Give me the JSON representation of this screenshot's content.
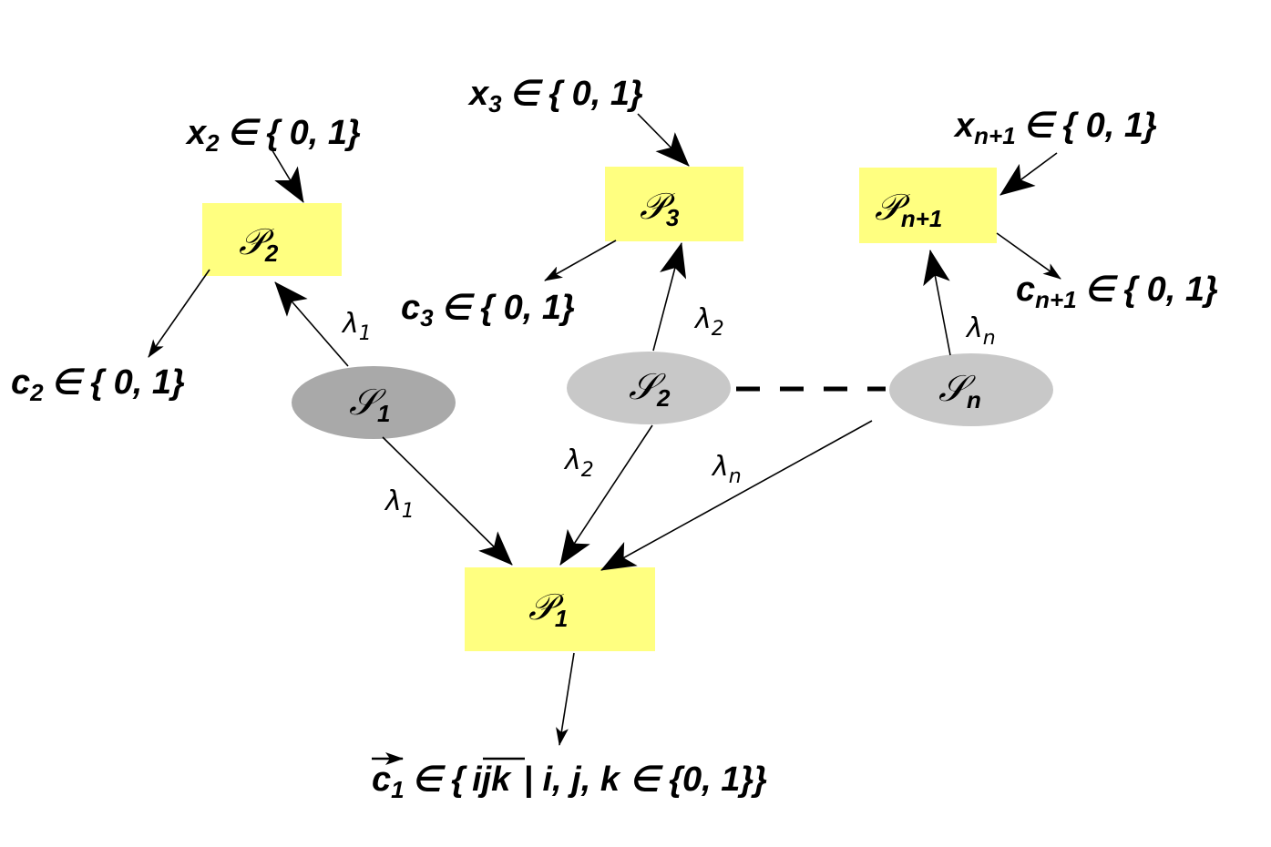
{
  "colors": {
    "proposer_box": "#ffff80",
    "server_1": "#a9a9a9",
    "server_other": "#c8c8c8",
    "ink": "#000000"
  },
  "proposers": {
    "p1": {
      "glyph": "𝒫",
      "sub": "1"
    },
    "p2": {
      "glyph": "𝒫",
      "sub": "2"
    },
    "p3": {
      "glyph": "𝒫",
      "sub": "3"
    },
    "pn1": {
      "glyph": "𝒫",
      "sub": "n+1"
    }
  },
  "servers": {
    "s1": {
      "glyph": "𝒮",
      "sub": "1"
    },
    "s2": {
      "glyph": "𝒮",
      "sub": "2"
    },
    "sn": {
      "glyph": "𝒮",
      "sub": "n"
    }
  },
  "lambdas": {
    "symbol": "λ",
    "l1_upper_sub": "1",
    "l2_upper_sub": "2",
    "ln_upper_sub": "n",
    "l1_lower_sub": "1",
    "l2_lower_sub": "2",
    "ln_lower_sub": "n"
  },
  "inputs": {
    "x2": {
      "var": "x",
      "sub": "2",
      "rest": "∈ { 0, 1}"
    },
    "x3": {
      "var": "x",
      "sub": "3",
      "rest": "∈ { 0, 1}"
    },
    "xn1": {
      "var": "x",
      "sub": "n+1",
      "rest": "∈ { 0, 1}"
    }
  },
  "outputs": {
    "c2": {
      "var": "c",
      "sub": "2",
      "rest": "∈ { 0, 1}"
    },
    "c3": {
      "var": "c",
      "sub": "3",
      "rest": "∈ { 0, 1}"
    },
    "cn1": {
      "var": "c",
      "sub": "n+1",
      "rest": "∈ { 0, 1}"
    },
    "c1": {
      "var": "c",
      "sub": "1",
      "mid": "∈ {",
      "over": "ijk",
      "rest": "| i, j, k ∈ {0, 1}}"
    }
  }
}
